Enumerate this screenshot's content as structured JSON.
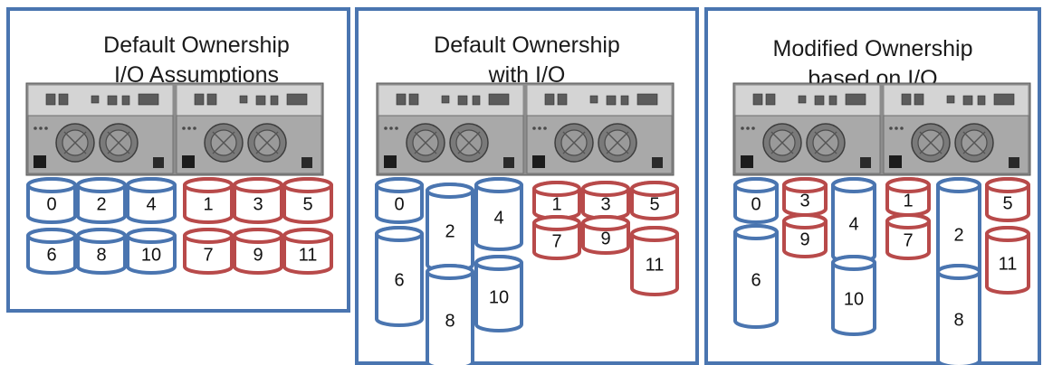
{
  "colors": {
    "frame": "#4a75b0",
    "blue_drive": "#4a75b0",
    "red_drive": "#b84a4a",
    "chassis": "#b9b9b9"
  },
  "panels": [
    {
      "title_lines": [
        "Default Ownership",
        "I/O Assumptions"
      ],
      "drives": [
        {
          "label": "0",
          "color": "blue"
        },
        {
          "label": "2",
          "color": "blue"
        },
        {
          "label": "4",
          "color": "blue"
        },
        {
          "label": "6",
          "color": "blue"
        },
        {
          "label": "8",
          "color": "blue"
        },
        {
          "label": "10",
          "color": "blue"
        },
        {
          "label": "1",
          "color": "red"
        },
        {
          "label": "3",
          "color": "red"
        },
        {
          "label": "5",
          "color": "red"
        },
        {
          "label": "7",
          "color": "red"
        },
        {
          "label": "9",
          "color": "red"
        },
        {
          "label": "11",
          "color": "red"
        }
      ]
    },
    {
      "title_lines": [
        "Default Ownership",
        "with I/O"
      ],
      "drives": [
        {
          "label": "0",
          "color": "blue"
        },
        {
          "label": "2",
          "color": "blue"
        },
        {
          "label": "4",
          "color": "blue"
        },
        {
          "label": "6",
          "color": "blue"
        },
        {
          "label": "8",
          "color": "blue"
        },
        {
          "label": "10",
          "color": "blue"
        },
        {
          "label": "1",
          "color": "red"
        },
        {
          "label": "3",
          "color": "red"
        },
        {
          "label": "5",
          "color": "red"
        },
        {
          "label": "7",
          "color": "red"
        },
        {
          "label": "9",
          "color": "red"
        },
        {
          "label": "11",
          "color": "red"
        }
      ]
    },
    {
      "title_lines": [
        "Modified Ownership",
        "based on I/O"
      ],
      "drives": [
        {
          "label": "0",
          "color": "blue"
        },
        {
          "label": "3",
          "color": "red"
        },
        {
          "label": "4",
          "color": "blue"
        },
        {
          "label": "1",
          "color": "red"
        },
        {
          "label": "2",
          "color": "blue"
        },
        {
          "label": "5",
          "color": "red"
        },
        {
          "label": "9",
          "color": "red"
        },
        {
          "label": "7",
          "color": "red"
        },
        {
          "label": "6",
          "color": "blue"
        },
        {
          "label": "11",
          "color": "red"
        },
        {
          "label": "10",
          "color": "blue"
        },
        {
          "label": "8",
          "color": "blue"
        }
      ]
    }
  ]
}
